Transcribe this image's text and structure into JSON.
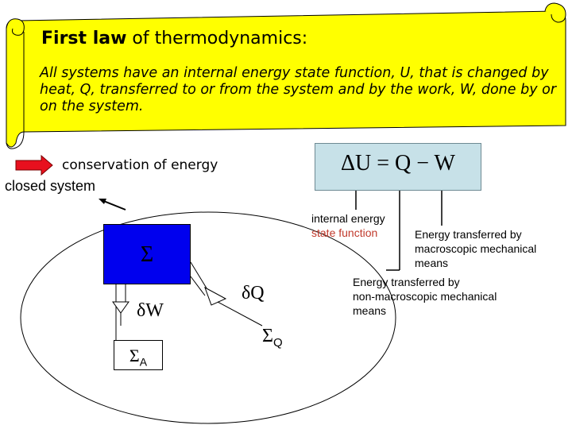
{
  "title": {
    "bold_part": "First law",
    "rest": " of thermodynamics:"
  },
  "description": "All systems have an internal energy state function, U, that is changed by heat, Q, transferred to or from the system and by the work, W, done by or on the system.",
  "conservation_label": "conservation of energy",
  "closed_system_label": "closed system",
  "equation": "ΔU = Q − W",
  "labels": {
    "internal_energy_line1": "internal energy",
    "state_function": "state function",
    "work_desc": [
      "Energy transferred by",
      "macroscopic mechanical",
      "means"
    ],
    "heat_desc": [
      "Energy transferred by",
      "non-macroscopic mechanical",
      "means"
    ]
  },
  "diagram": {
    "system_symbol": "Σ",
    "reservoir_a_symbol": "Σ",
    "reservoir_a_subscript": "A",
    "reservoir_q_symbol": "Σ",
    "reservoir_q_subscript": "Q",
    "heat_symbol": "δQ",
    "work_symbol": "δW"
  },
  "colors": {
    "scroll_fill": "#ffff00",
    "arrow_red": "#e8101e",
    "system_blue": "#0000ee",
    "equation_bg": "#c7e1e8",
    "state_function_red": "#c0392b"
  }
}
